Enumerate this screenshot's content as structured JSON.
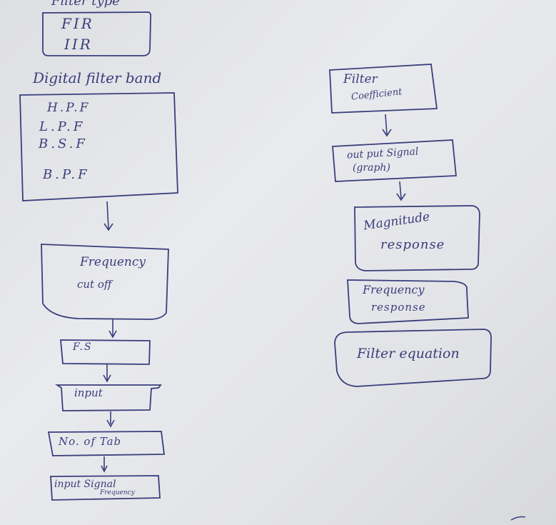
{
  "left_column": {
    "filter_type": {
      "title": "Filter type",
      "options": [
        "FIR",
        "IIR"
      ]
    },
    "filter_band": {
      "title": "Digital filter band",
      "options": [
        "H.P.F",
        "L.P.F",
        "B.S.F",
        "B.P.F"
      ]
    },
    "frequency_cutoff": {
      "lines": [
        "Frequency",
        "cut off"
      ]
    },
    "fs": "F.S",
    "input": "input",
    "no_of_tab": "No. of Tab",
    "input_signal": {
      "line1": "input Signal",
      "line2": "Frequency"
    }
  },
  "right_column": {
    "filter_coefficient": {
      "lines": [
        "Filter",
        "Coefficient"
      ]
    },
    "output_signal": {
      "lines": [
        "out put Signal",
        "(graph)"
      ]
    },
    "magnitude_response": {
      "lines": [
        "Magnitude",
        "response"
      ]
    },
    "frequency_response": {
      "lines": [
        "Frequency",
        "response"
      ]
    },
    "filter_equation": "Filter equation"
  },
  "colors": {
    "ink": "#3a3d7a",
    "paper": "#e6e7eb"
  }
}
